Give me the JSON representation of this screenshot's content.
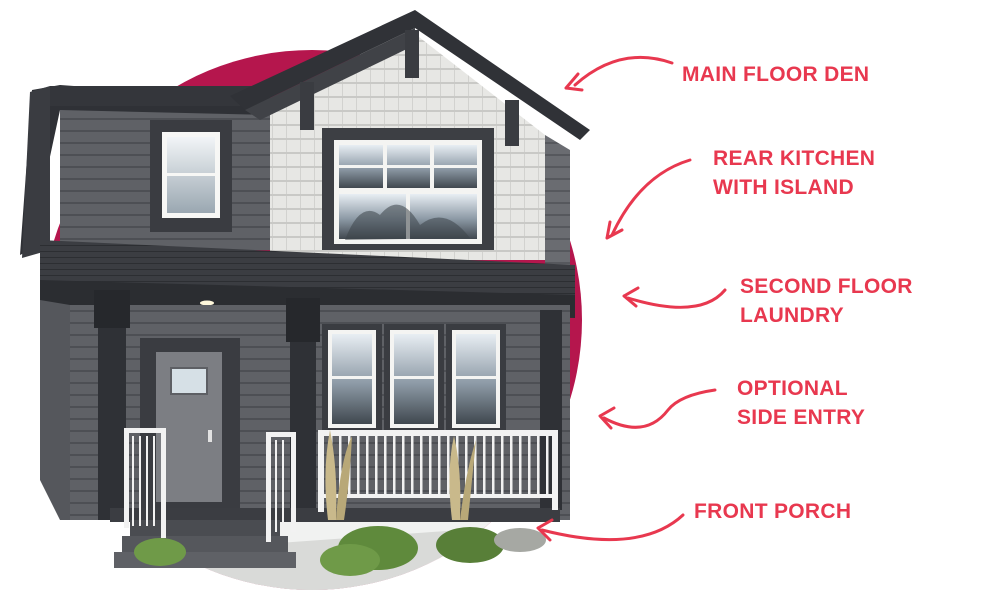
{
  "colors": {
    "accent": "#e8384f",
    "circle": "#b5164d"
  },
  "features": [
    {
      "label": "MAIN FLOOR DEN",
      "arrow_icon": "curved-arrow-left-icon"
    },
    {
      "label": "REAR KITCHEN\nWITH ISLAND",
      "arrow_icon": "curved-arrow-down-left-icon"
    },
    {
      "label": "SECOND FLOOR\nLAUNDRY",
      "arrow_icon": "curved-arrow-left-icon"
    },
    {
      "label": "OPTIONAL\nSIDE ENTRY",
      "arrow_icon": "curved-arrow-left-icon"
    },
    {
      "label": "FRONT PORCH",
      "arrow_icon": "curved-arrow-left-icon"
    }
  ]
}
